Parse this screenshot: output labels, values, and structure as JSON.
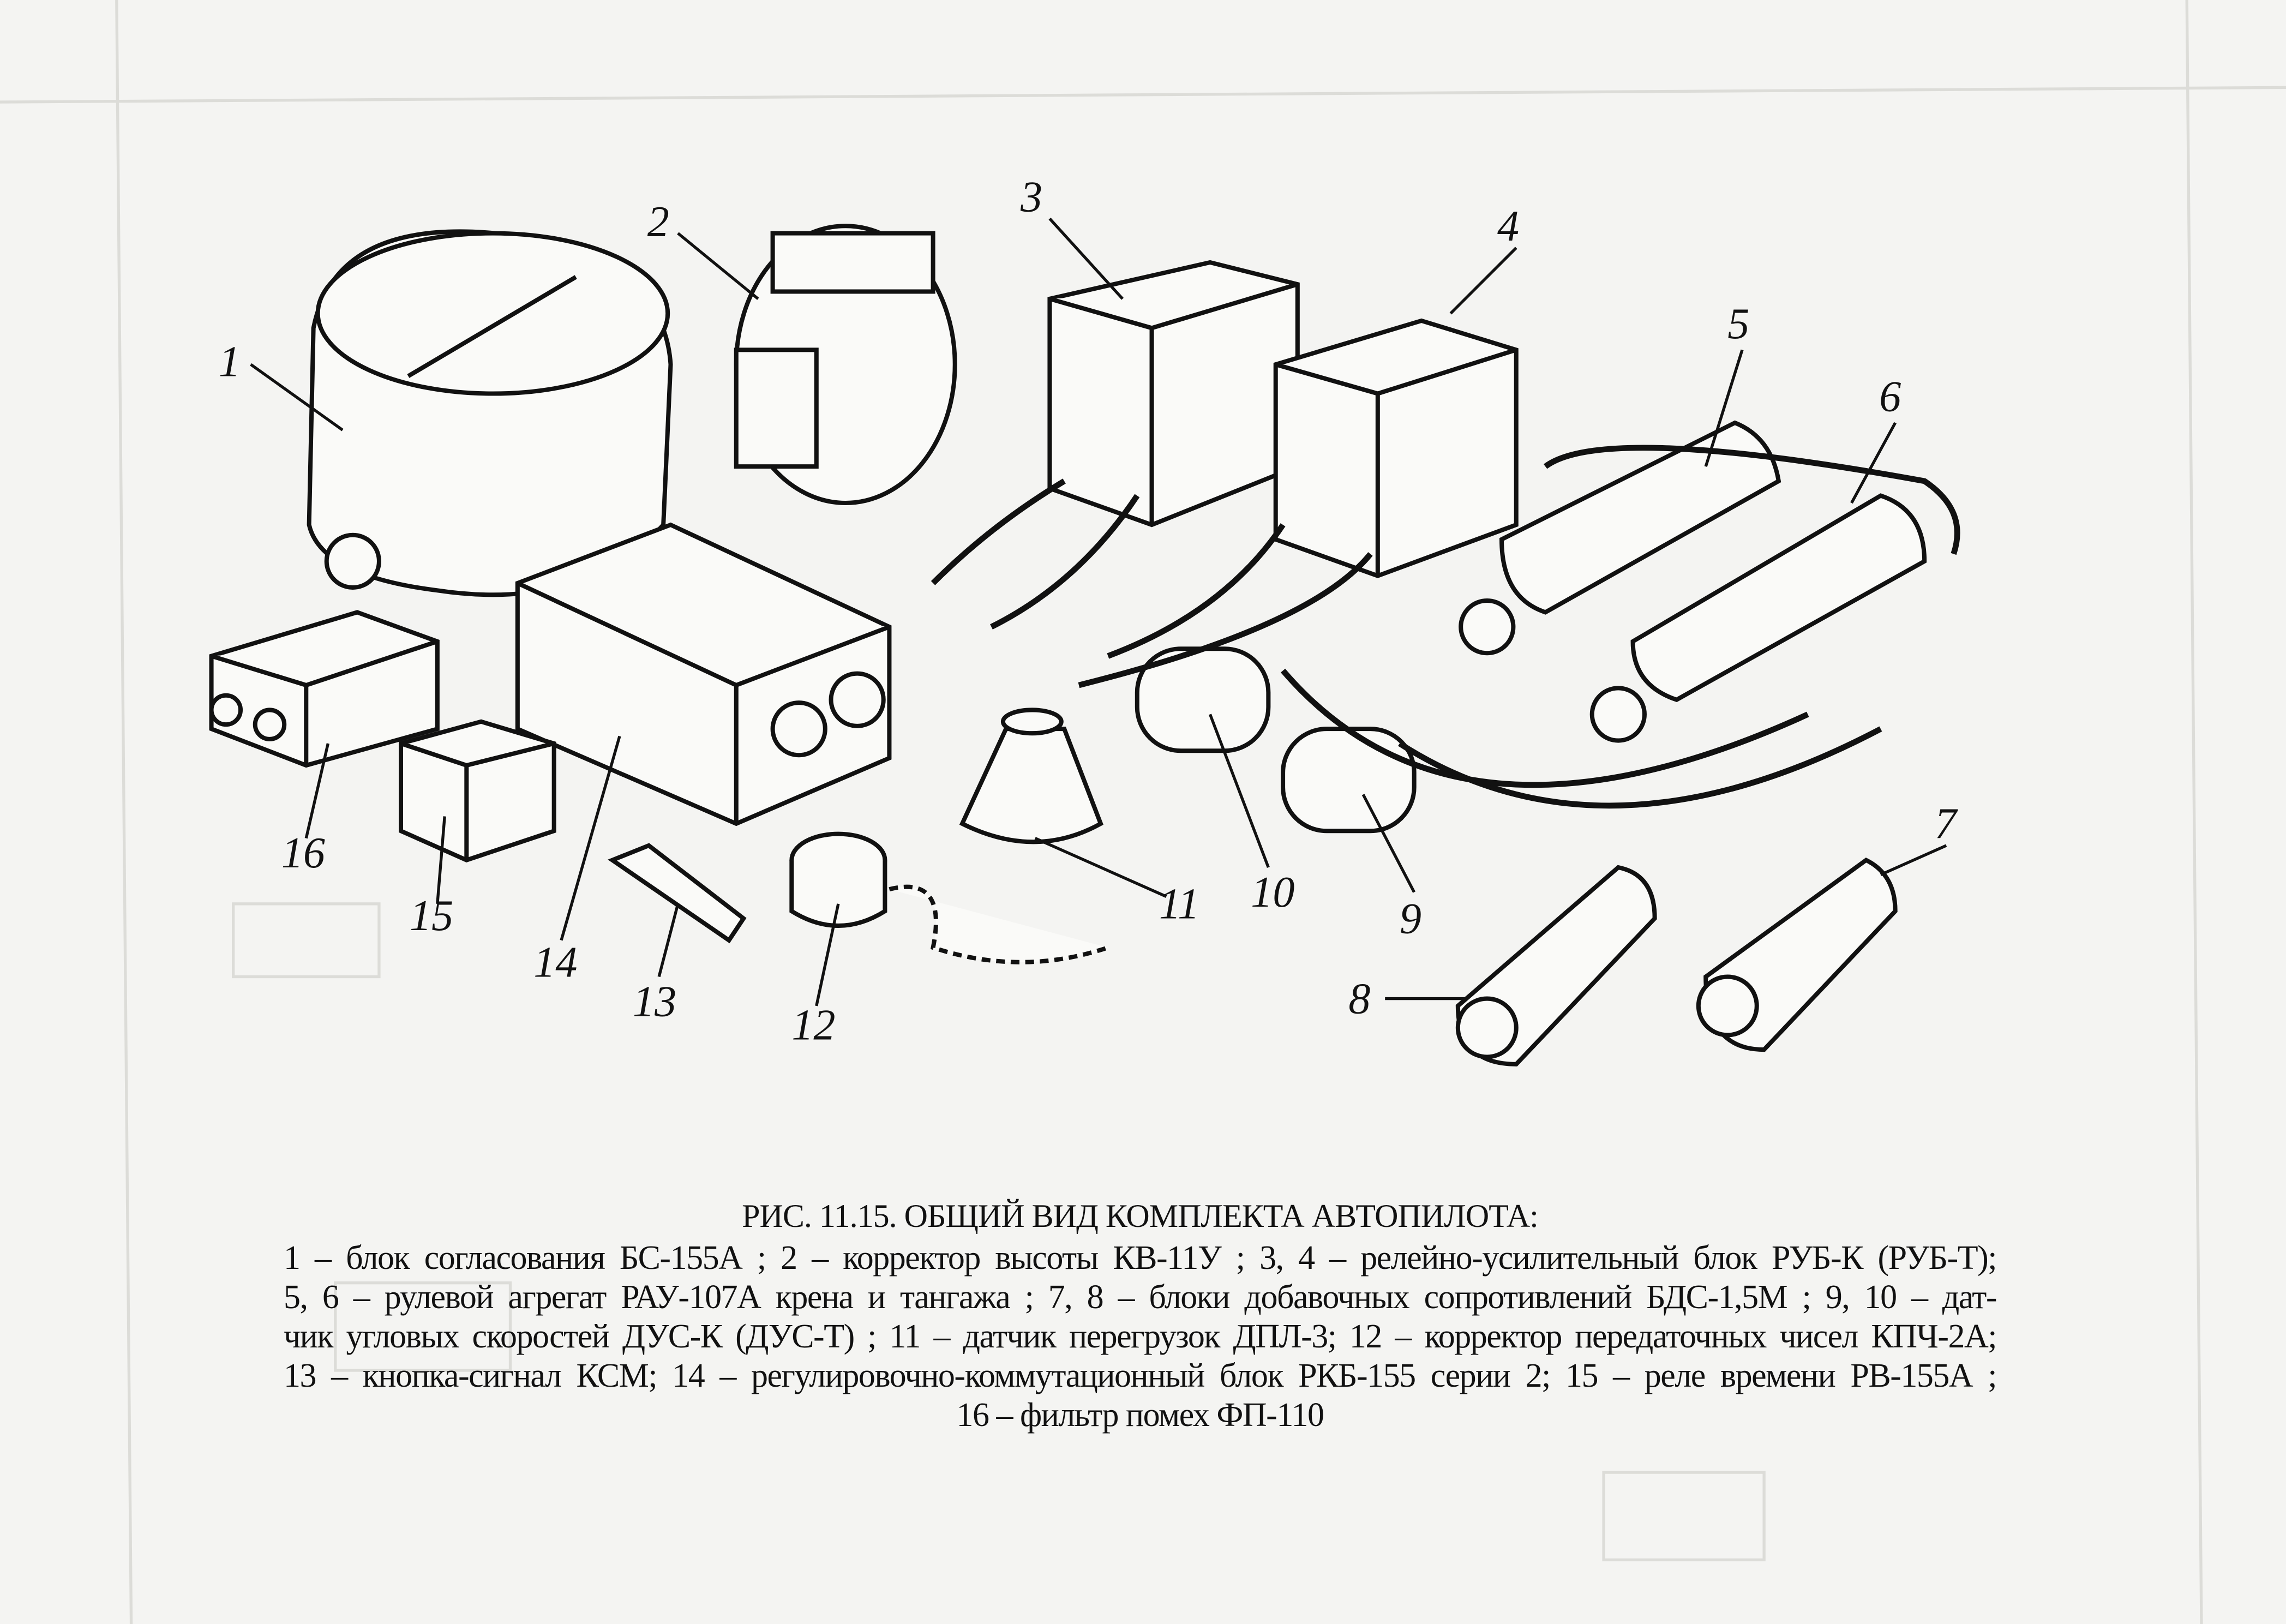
{
  "figure": {
    "part_labels": [
      "1",
      "2",
      "3",
      "4",
      "5",
      "6",
      "7",
      "8",
      "9",
      "10",
      "11",
      "12",
      "13",
      "14",
      "15",
      "16"
    ]
  },
  "caption": {
    "title": "РИС. 11.15. ОБЩИЙ ВИД КОМПЛЕКТА АВТОПИЛОТА:",
    "lines": [
      "1 – блок согласования БС-155А ; 2 – корректор высоты КВ-11У ; 3, 4 – релейно-усилительный блок РУБ-К (РУБ-Т);",
      "5, 6 – рулевой агрегат РАУ-107А крена и тангажа ; 7, 8 – блоки добавочных сопротивлений БДС-1,5М ; 9, 10 – дат-",
      "чик угловых скоростей ДУС-К (ДУС-Т) ; 11 – датчик перегрузок ДПЛ-3; 12 – корректор передаточных чисел КПЧ-2А;",
      "13 – кнопка-сигнал КСМ; 14 – регулировочно-коммутационный блок РКБ-155 серии 2; 15 – реле времени РВ-155А ;",
      "16 – фильтр помех ФП-110"
    ]
  }
}
